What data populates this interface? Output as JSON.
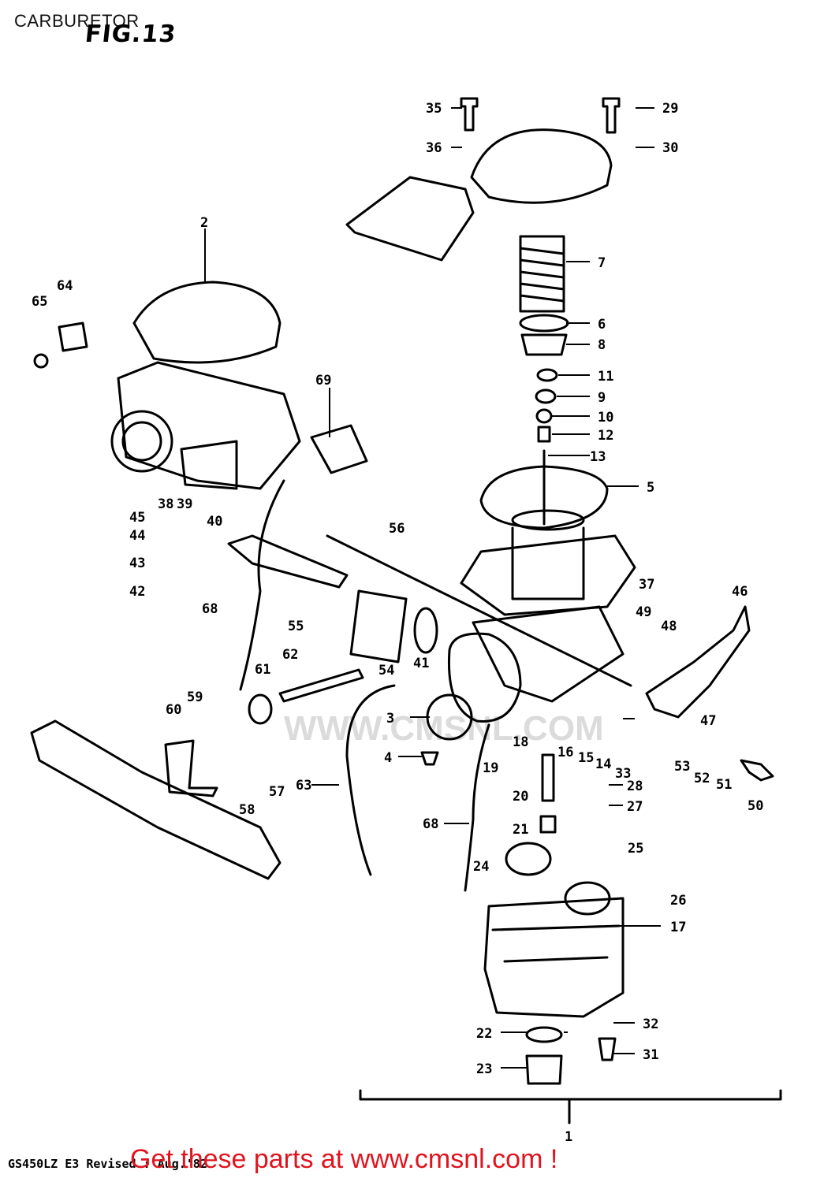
{
  "header": {
    "title": "CARBURETOR",
    "figure": "FIG.13"
  },
  "watermark": {
    "text": "WWW.CMSNL.COM"
  },
  "footer": {
    "model_note": "GS450LZ E3 Revised : Aug.'82",
    "cta": "Get these parts at www.cmsnl.com !"
  },
  "callouts": [
    "1",
    "2",
    "3",
    "4",
    "5",
    "6",
    "7",
    "8",
    "9",
    "10",
    "11",
    "12",
    "13",
    "14",
    "15",
    "16",
    "17",
    "18",
    "19",
    "20",
    "21",
    "22",
    "23",
    "24",
    "25",
    "26",
    "27",
    "28",
    "29",
    "30",
    "31",
    "32",
    "33",
    "35",
    "36",
    "37",
    "38",
    "39",
    "40",
    "41",
    "42",
    "43",
    "44",
    "45",
    "46",
    "47",
    "48",
    "49",
    "50",
    "51",
    "52",
    "53",
    "54",
    "55",
    "56",
    "57",
    "58",
    "59",
    "60",
    "61",
    "62",
    "63",
    "64",
    "65",
    "68",
    "69"
  ],
  "colors": {
    "ink": "#000000",
    "cta": "#e0141e",
    "watermark": "#d8d8d8"
  }
}
